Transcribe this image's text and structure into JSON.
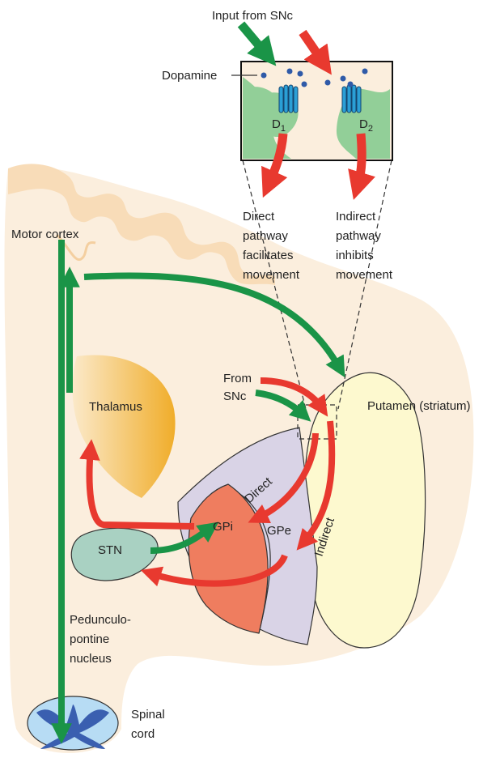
{
  "labels": {
    "input": "Input from SNc",
    "dopamine": "Dopamine",
    "d1_main": "D",
    "d1_sub": "1",
    "d2_main": "D",
    "d2_sub": "2",
    "direct_pathway": [
      "Direct",
      "pathway",
      "facilitates",
      "movement"
    ],
    "indirect_pathway": [
      "Indirect",
      "pathway",
      "inhibits",
      "movement"
    ],
    "motor_cortex": "Motor cortex",
    "from_snc": [
      "From",
      "SNc"
    ],
    "putamen": "Putamen (striatum)",
    "thalamus": "Thalamus",
    "direct": "Direct",
    "indirect": "Indirect",
    "gpi": "GPi",
    "gpe": "GPe",
    "stn": "STN",
    "pedunculopontine": [
      "Pedunculo-",
      "pontine",
      "nucleus"
    ],
    "spinal_cord": [
      "Spinal",
      "cord"
    ]
  },
  "colors": {
    "excitatory": "#1a9447",
    "inhibitory": "#e8392f",
    "brain": "#fbeedd",
    "cortex_fold": "#f8dcb8",
    "putamen": "#fdf9cf",
    "gpi": "#ef7d5f",
    "gpe": "#d9d3e6",
    "direct_band": "#d9d3e6",
    "stn": "#a9d1c2",
    "thalamus": "#f3b431",
    "spinal": "#b7dcf4",
    "spinal_grey": "#3a5fb0",
    "receptor": "#2a9fd6",
    "dopamine_dot": "#2f5aa8",
    "synapse_cell": "#92cf98"
  }
}
